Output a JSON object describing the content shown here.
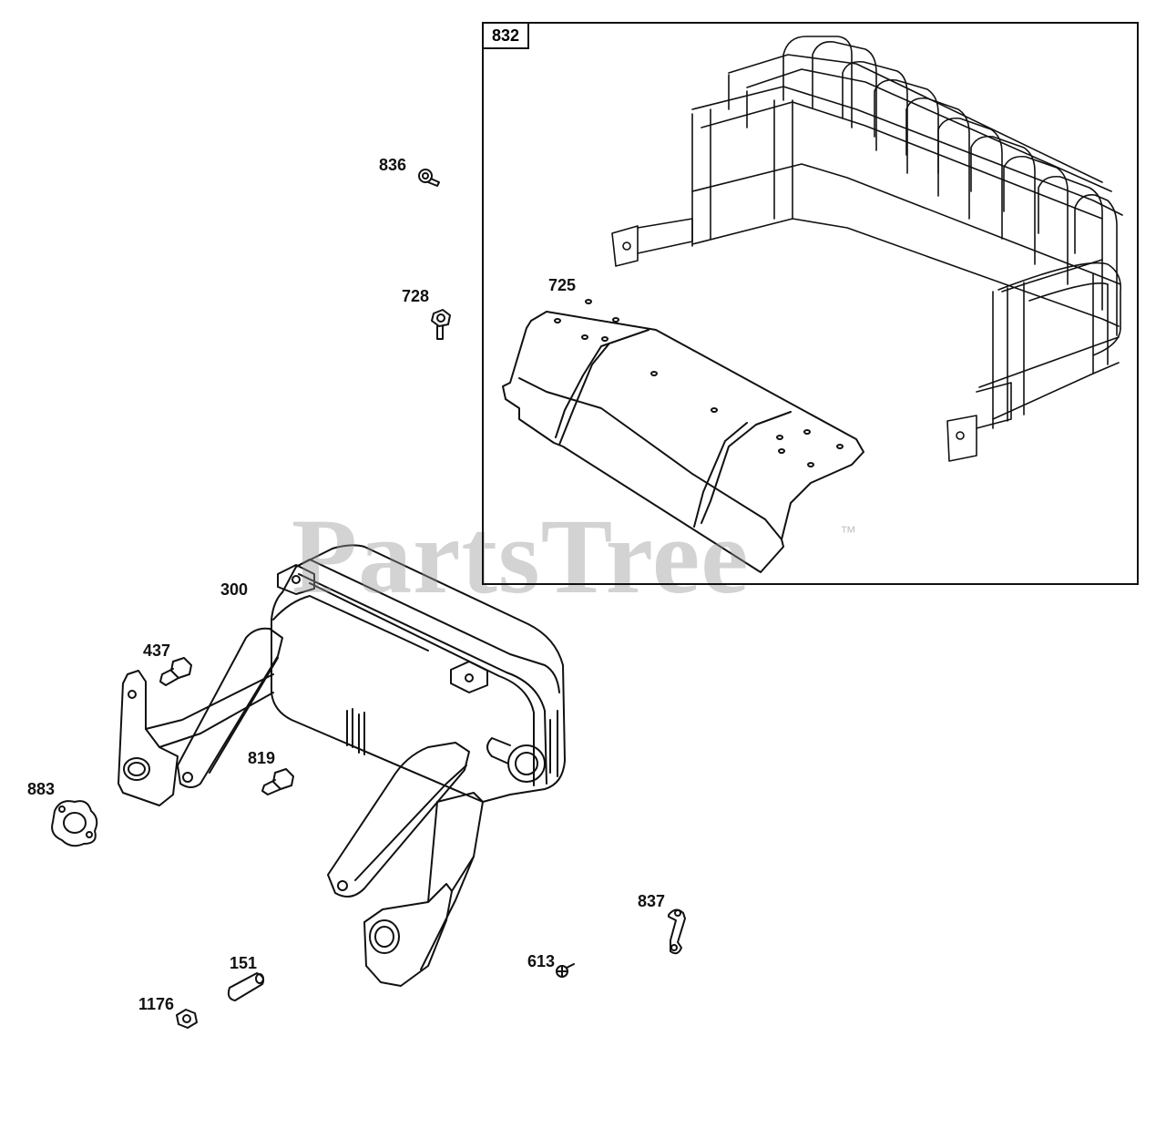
{
  "diagram": {
    "callouts": {
      "c832": "832",
      "c725": "725",
      "c836": "836",
      "c728": "728",
      "c300": "300",
      "c437": "437",
      "c819": "819",
      "c883": "883",
      "c837": "837",
      "c613": "613",
      "c151": "151",
      "c1176": "1176"
    },
    "watermark": "PartsTree",
    "trademark": "™"
  },
  "colors": {
    "line": "#111111",
    "watermark": "#969696",
    "background": "#ffffff"
  }
}
